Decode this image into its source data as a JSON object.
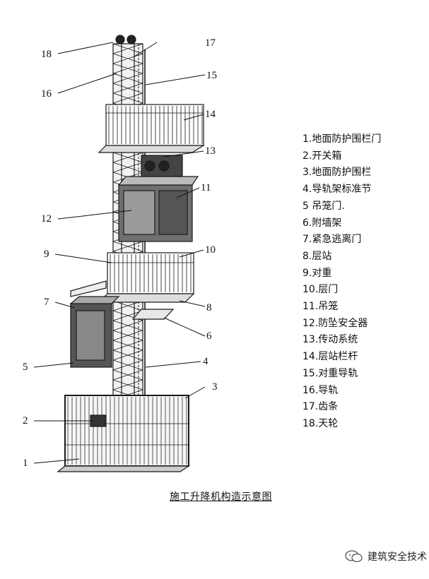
{
  "callouts": [
    "18",
    "17",
    "16",
    "15",
    "14",
    "13",
    "12",
    "11",
    "9",
    "10",
    "7",
    "8",
    "6",
    "5",
    "4",
    "3",
    "2",
    "1"
  ],
  "legend": [
    "1.地面防护围栏门",
    "2.开关箱",
    "3.地面防护围栏",
    "4.导轨架标准节",
    "5 吊笼门.",
    "6.附墙架",
    "7.紧急逃离门",
    "8.层站",
    "9.对重",
    "10.层门",
    "11.吊笼",
    "12.防坠安全器",
    "13.传动系统",
    "14.层站栏杆",
    "15.对重导轨",
    "16.导轨",
    "17.齿条",
    "18.天轮"
  ],
  "caption": "施工升降机构造示意图",
  "watermark": {
    "text": "建筑安全技术",
    "icon": "wechat-logo-icon"
  }
}
